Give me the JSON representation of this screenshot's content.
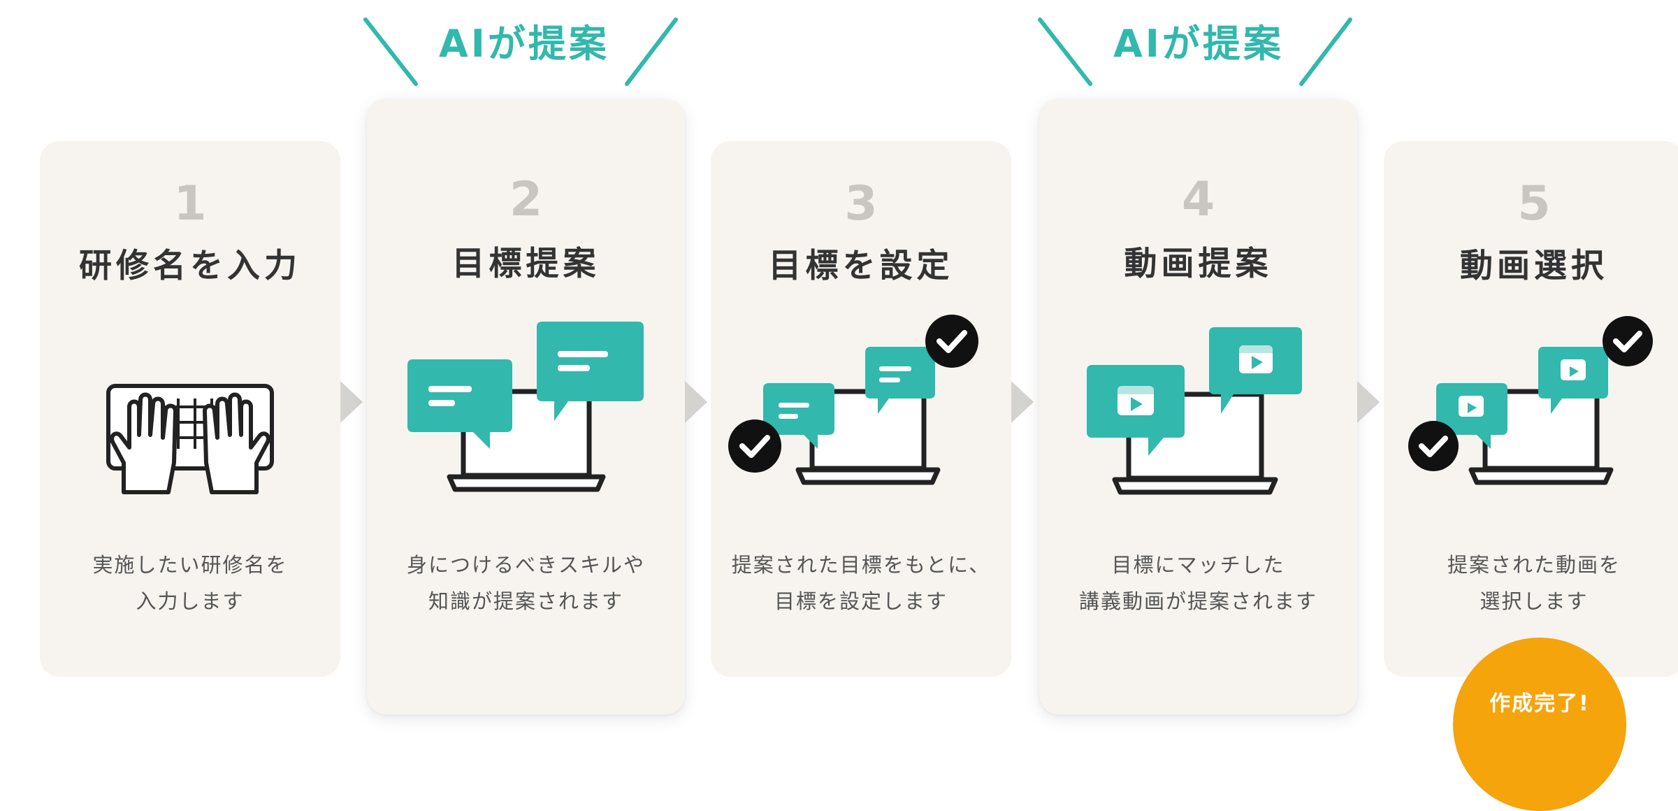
{
  "ai_banner": {
    "label": "AIが提案"
  },
  "steps": [
    {
      "number": "1",
      "title": "研修名を入力",
      "description": "実施したい研修名を\n入力します",
      "icon": "hands-on-keyboard-icon",
      "highlighted": false
    },
    {
      "number": "2",
      "title": "目標提案",
      "description": "身につけるべきスキルや\n知識が提案されます",
      "icon": "laptop-chat-bubbles-icon",
      "highlighted": true
    },
    {
      "number": "3",
      "title": "目標を設定",
      "description": "提案された目標をもとに、\n目標を設定します",
      "icon": "laptop-chat-checked-icon",
      "highlighted": false
    },
    {
      "number": "4",
      "title": "動画提案",
      "description": "目標にマッチした\n講義動画が提案されます",
      "icon": "laptop-video-bubbles-icon",
      "highlighted": true
    },
    {
      "number": "5",
      "title": "動画選択",
      "description": "提案された動画を\n選択します",
      "icon": "laptop-video-checked-icon",
      "highlighted": false
    }
  ],
  "completion_badge": {
    "label": "作成完了!"
  },
  "colors": {
    "teal": "#32b8ad",
    "card_bg": "#f7f4f0",
    "number_gray": "#c9c6c1",
    "arrow_gray": "#d5d3cf",
    "badge_orange": "#f5a40c",
    "text_dark": "#333333"
  }
}
